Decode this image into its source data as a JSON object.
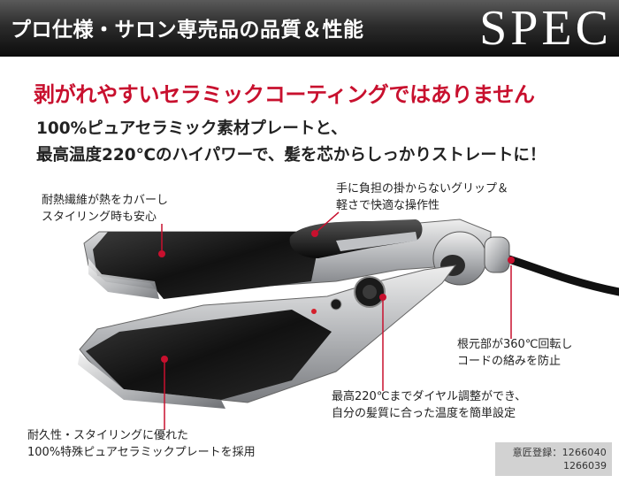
{
  "header": {
    "title": "プロ仕様・サロン専売品の品質＆性能",
    "badge": "SPEC"
  },
  "headline": "剥がれやすいセラミックコーティングではありません",
  "description": {
    "line1": "100%ピュアセラミック素材プレートと、",
    "line2": "最高温度220℃のハイパワーで、髪を芯からしっかりストレートに！"
  },
  "callouts": {
    "heat_cover": {
      "line1": "耐熱繊維が熱をカバーし",
      "line2": "スタイリング時も安心"
    },
    "grip": {
      "line1": "手に負担の掛からないグリップ＆",
      "line2": "軽さで快適な操作性"
    },
    "cord": {
      "line1": "根元部が360℃回転し",
      "line2": "コードの絡みを防止"
    },
    "dial": {
      "line1": "最高220℃までダイヤル調整ができ、",
      "line2": "自分の髪質に合った温度を簡単設定"
    },
    "plate": {
      "line1": "耐久性・スタイリングに優れた",
      "line2": "100%特殊ピュアセラミックプレートを採用"
    }
  },
  "registration": {
    "label": "意匠登録：1266040",
    "number2": "1266039"
  },
  "colors": {
    "accent_red": "#c8102e",
    "header_dark": "#1a1a1a",
    "text": "#222222"
  }
}
